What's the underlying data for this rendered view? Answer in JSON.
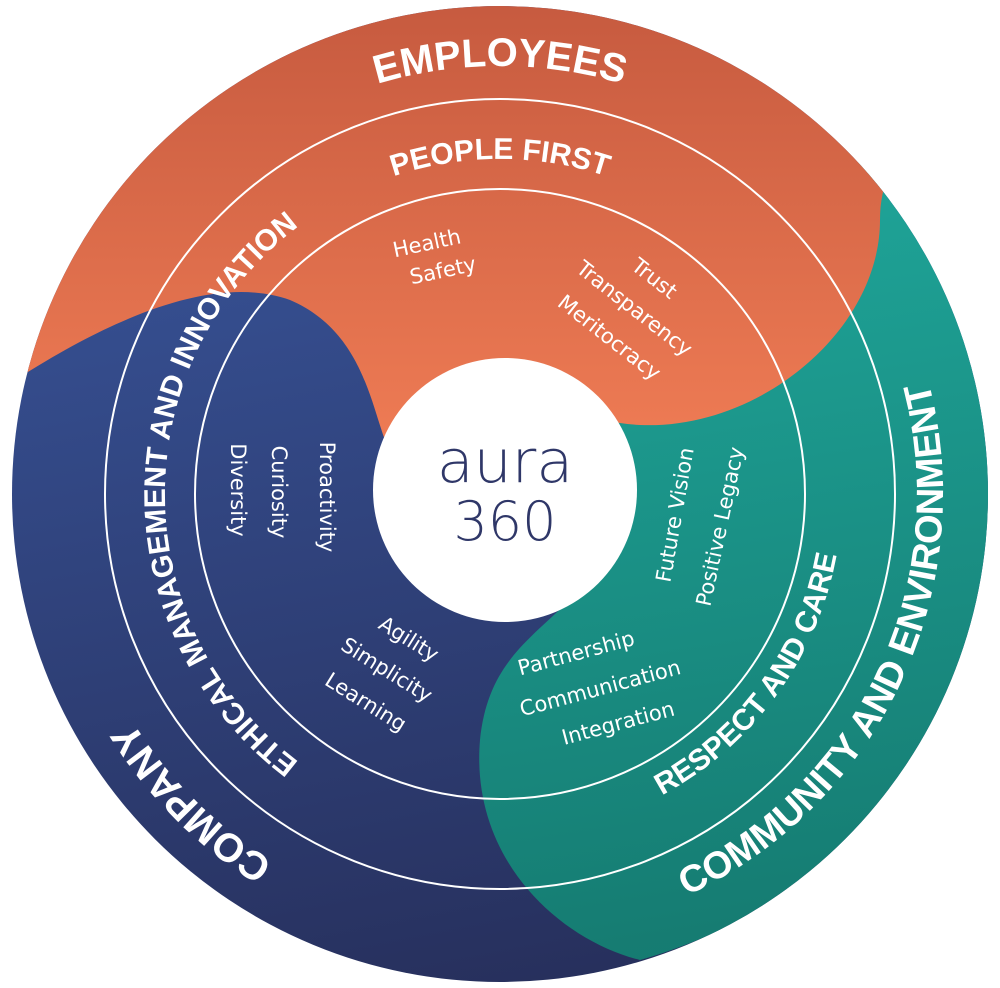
{
  "logo": {
    "line1": "aura",
    "line2": "360"
  },
  "segments": {
    "employees": {
      "outer_label": "EMPLOYEES",
      "middle_label": "PEOPLE FIRST",
      "values_left": [
        "Health",
        "Safety"
      ],
      "values_right": [
        "Trust",
        "Transparency",
        "Meritocracy"
      ],
      "color_top": "#c65a3f",
      "color_bottom": "#ee7b54"
    },
    "company": {
      "outer_label": "COMPANY",
      "middle_label": "ETHICAL MANAGEMENT AND INNOVATION",
      "values_upper": [
        "Proactivity",
        "Curiosity",
        "Diversity"
      ],
      "values_lower": [
        "Agility",
        "Simplicity",
        "Learning"
      ],
      "color_light": "#3a58a0",
      "color_dark": "#27305d"
    },
    "community": {
      "outer_label": "COMMUNITY AND ENVIRONMENT",
      "middle_label": "RESPECT AND CARE",
      "values_upper": [
        "Future Vision",
        "Positive Legacy"
      ],
      "values_lower": [
        "Partnership",
        "Communication",
        "Integration"
      ],
      "color_light": "#1fa69a",
      "color_dark": "#157a70"
    }
  }
}
